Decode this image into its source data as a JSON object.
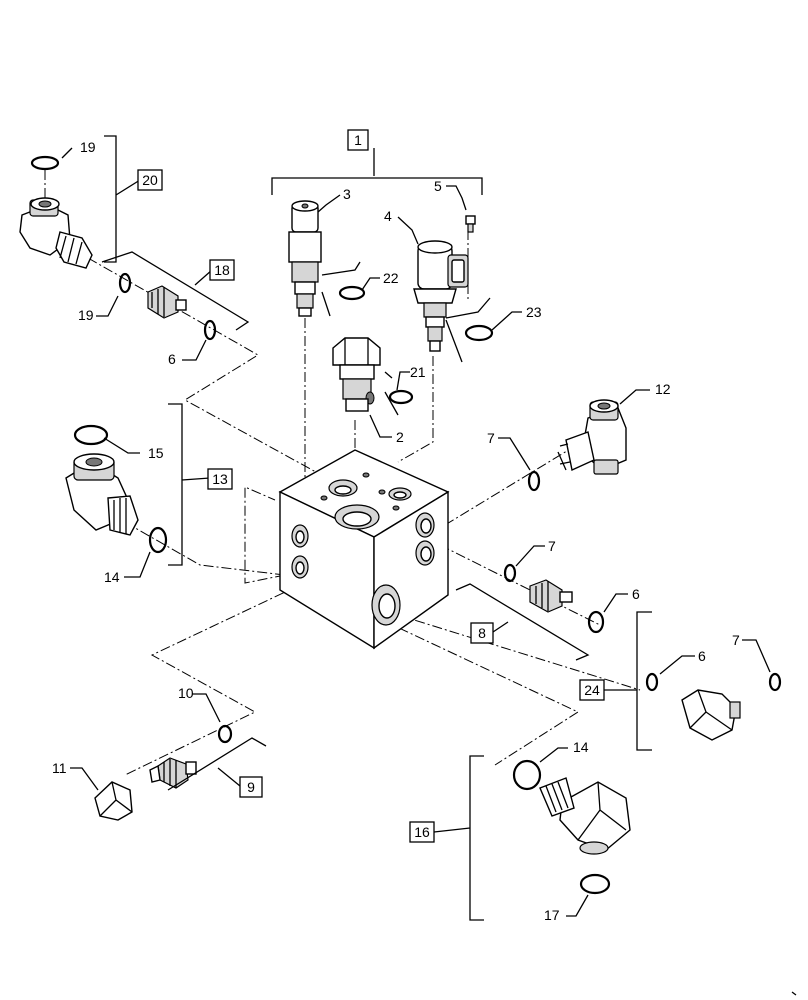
{
  "callouts": {
    "c1": "1",
    "c2": "2",
    "c3": "3",
    "c4": "4",
    "c5": "5",
    "c6a": "6",
    "c6b": "6",
    "c6c": "6",
    "c7a": "7",
    "c7b": "7",
    "c7c": "7",
    "c8": "8",
    "c9": "9",
    "c10": "10",
    "c11": "11",
    "c12": "12",
    "c13": "13",
    "c14a": "14",
    "c14b": "14",
    "c15": "15",
    "c16": "16",
    "c17": "17",
    "c18": "18",
    "c19a": "19",
    "c19b": "19",
    "c20": "20",
    "c21": "21",
    "c22": "22",
    "c23": "23",
    "c24": "24"
  }
}
